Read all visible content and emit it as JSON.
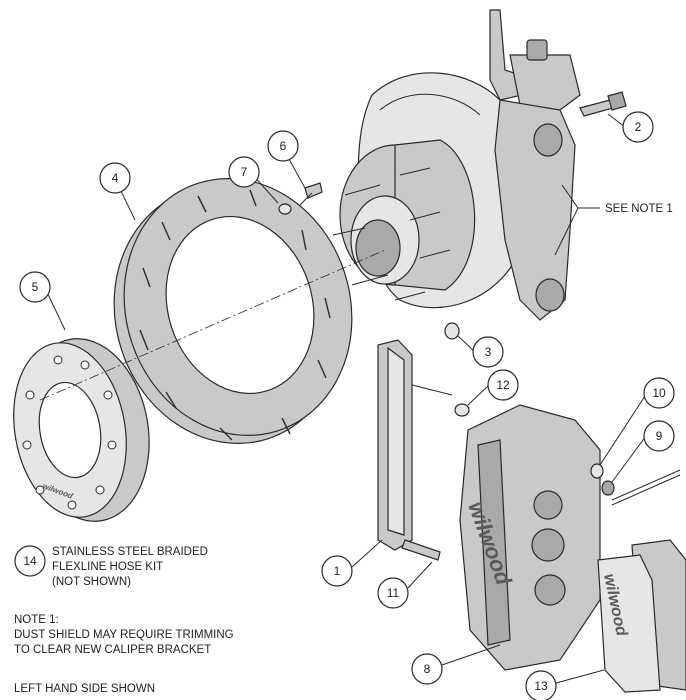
{
  "callouts": [
    {
      "id": "1",
      "text": "1"
    },
    {
      "id": "2",
      "text": "2"
    },
    {
      "id": "3",
      "text": "3"
    },
    {
      "id": "4",
      "text": "4"
    },
    {
      "id": "5",
      "text": "5"
    },
    {
      "id": "6",
      "text": "6"
    },
    {
      "id": "7",
      "text": "7"
    },
    {
      "id": "8",
      "text": "8"
    },
    {
      "id": "9",
      "text": "9"
    },
    {
      "id": "10",
      "text": "10"
    },
    {
      "id": "11",
      "text": "11"
    },
    {
      "id": "12",
      "text": "12"
    },
    {
      "id": "13",
      "text": "13"
    },
    {
      "id": "14",
      "text": "14"
    }
  ],
  "see_note": "SEE NOTE 1",
  "item14_lines": [
    "STAINLESS STEEL BRAIDED",
    "FLEXLINE HOSE KIT",
    "(NOT SHOWN)"
  ],
  "note_lines": [
    "NOTE 1:",
    "DUST SHIELD MAY REQUIRE TRIMMING",
    "TO CLEAR NEW CALIPER BRACKET"
  ],
  "side_text": "LEFT HAND SIDE SHOWN",
  "logos": {
    "hat": "wilwood",
    "caliper": "wilwood",
    "pad": "wilwood"
  }
}
